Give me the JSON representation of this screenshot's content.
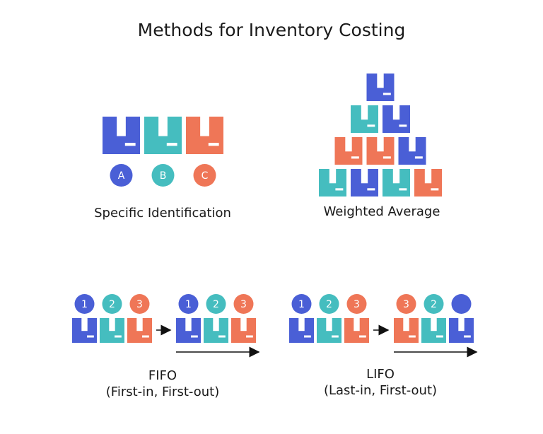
{
  "title": "Methods for Inventory Costing",
  "colors": {
    "blue": "#4a5fd6",
    "teal": "#45bdbf",
    "orange": "#ef7657"
  },
  "specific_identification": {
    "label": "Specific Identification",
    "boxes": [
      "blue",
      "teal",
      "orange"
    ],
    "tags": [
      "A",
      "B",
      "C"
    ]
  },
  "weighted_average": {
    "label": "Weighted Average",
    "rows": [
      [
        "blue"
      ],
      [
        "teal",
        "blue"
      ],
      [
        "orange",
        "orange",
        "blue"
      ],
      [
        "teal",
        "blue",
        "teal",
        "orange"
      ]
    ]
  },
  "fifo": {
    "label_line1": "FIFO",
    "label_line2": "(First-in, First-out)",
    "before": {
      "boxes": [
        "blue",
        "teal",
        "orange"
      ],
      "nums": [
        "1",
        "2",
        "3"
      ]
    },
    "after": {
      "boxes": [
        "blue",
        "teal",
        "orange"
      ],
      "nums": [
        "1",
        "2",
        "3"
      ]
    }
  },
  "lifo": {
    "label_line1": "LIFO",
    "label_line2": "(Last-in, First-out)",
    "before": {
      "boxes": [
        "blue",
        "teal",
        "orange"
      ],
      "nums": [
        "1",
        "2",
        "3"
      ]
    },
    "after": {
      "boxes": [
        "orange",
        "teal",
        "blue"
      ],
      "nums": [
        "3",
        "2",
        ""
      ]
    }
  }
}
